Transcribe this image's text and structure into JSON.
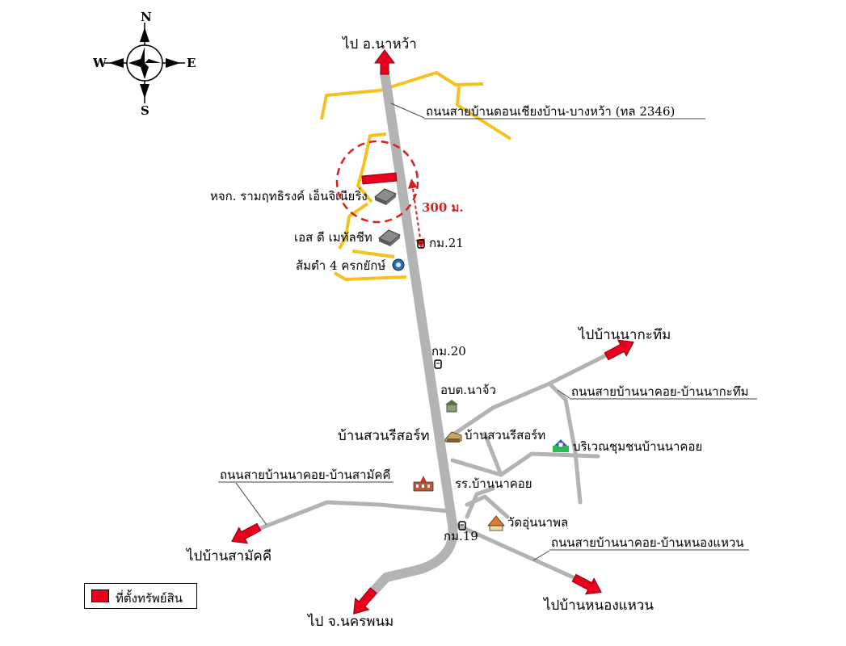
{
  "compass": {
    "north": "N",
    "south": "S",
    "east": "E",
    "west": "W"
  },
  "destinations": {
    "top": "ไป อ.นาหว้า",
    "bottom": "ไป จ.นครพนม",
    "na_kathum": "ไปบ้านนากะทึม",
    "samakkhi": "ไปบ้านสามัคคี",
    "nong_waen": "ไปบ้านหนองแหวน"
  },
  "roads": {
    "main": "ถนนสายบ้านดอนเชียงบ้าน-บางหว้า (ทล 2346)",
    "na_kathum_road": "ถนนสายบ้านนาคอย-บ้านนากะทึม",
    "samakkhi_road": "ถนนสายบ้านนาคอย-บ้านสามัคคี",
    "nong_waen_road": "ถนนสายบ้านนาคอย-บ้านหนองแหวน"
  },
  "places": {
    "engineering": "หจก. รามฤทธิรงค์ เอ็นจิเนียริ่ง",
    "sd_metal": "เอส ดี เมทัลชีท",
    "somtam": "ส้มตำ 4 ครกยักษ์",
    "obt": "อบต.นาจ้ว",
    "resort_left": "บ้านสวนรีสอร์ท",
    "resort_right": "บ้านสวนรีสอร์ท",
    "community": "บริเวณชุมชนบ้านนาคอย",
    "school": "รร.บ้านนาคอย",
    "temple": "วัดอุ่นนาพล"
  },
  "markers": {
    "km21": "กม.21",
    "km20": "กม.20",
    "km19": "กม.19"
  },
  "distance": "300 ม.",
  "legend": {
    "label": "ที่ตั้งทรัพย์สิน"
  },
  "colors": {
    "main_road": "#b3b3b3",
    "side_road": "#b3b3b3",
    "yellow_road": "#f4c21f",
    "property": "#e8001c",
    "arrow": "#e8001c",
    "circle": "#d62020"
  }
}
